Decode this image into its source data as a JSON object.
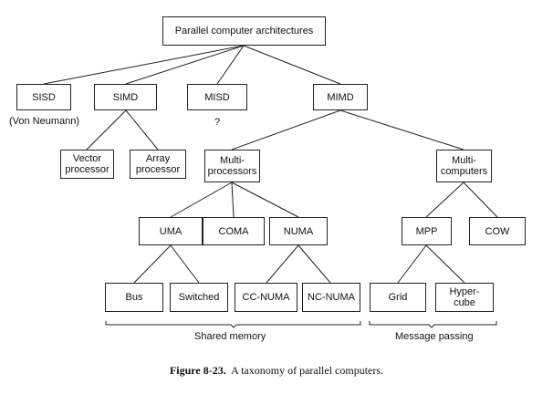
{
  "tree": {
    "root": "Parallel computer architectures",
    "level1": {
      "sisd": "SISD",
      "simd": "SIMD",
      "misd": "MISD",
      "mimd": "MIMD"
    },
    "notes": {
      "sisd": "(Von Neumann)",
      "misd": "?"
    },
    "simd_children": {
      "vector": "Vector\nprocessor",
      "array": "Array\nprocessor"
    },
    "mimd_children": {
      "multiprocessors": "Multi-\nprocessors",
      "multicomputers": "Multi-\ncomputers"
    },
    "multiprocessor_children": {
      "uma": "UMA",
      "coma": "COMA",
      "numa": "NUMA"
    },
    "multicomputer_children": {
      "mpp": "MPP",
      "cow": "COW"
    },
    "uma_children": {
      "bus": "Bus",
      "switched": "Switched"
    },
    "numa_children": {
      "ccnuma": "CC-NUMA",
      "ncnuma": "NC-NUMA"
    },
    "mpp_children": {
      "grid": "Grid",
      "hypercube": "Hyper-\ncube"
    },
    "groups": {
      "shared": "Shared memory",
      "message": "Message passing"
    }
  },
  "caption": {
    "label": "Figure 8-23.",
    "text": "A taxonomy of parallel computers."
  }
}
